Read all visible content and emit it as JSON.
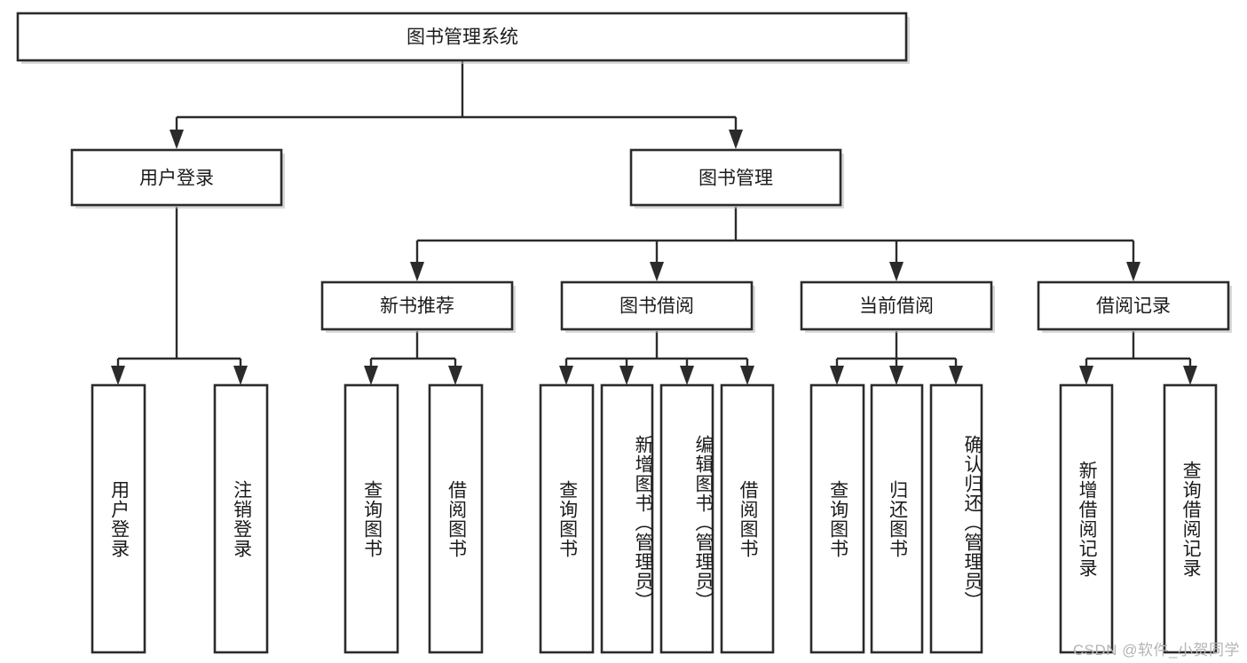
{
  "diagram": {
    "type": "tree",
    "title": "图书管理系统",
    "orientation": "top-down",
    "watermark": "CSDN @软件_小贺同学",
    "colors": {
      "box_fill": "#ffffff",
      "box_stroke": "#2b2b2b",
      "connector": "#2b2b2b",
      "text": "#1b1b1b",
      "watermark": "#b4b4b4",
      "background": "#ffffff"
    },
    "levels": [
      {
        "level": 0,
        "nodes": [
          {
            "id": "root",
            "label": "图书管理系统"
          }
        ]
      },
      {
        "level": 1,
        "nodes": [
          {
            "id": "login",
            "label": "用户登录",
            "parent": "root"
          },
          {
            "id": "bookmgmt",
            "label": "图书管理",
            "parent": "root"
          }
        ]
      },
      {
        "level": 2,
        "nodes": [
          {
            "id": "newbook",
            "label": "新书推荐",
            "parent": "bookmgmt"
          },
          {
            "id": "borrow",
            "label": "图书借阅",
            "parent": "bookmgmt"
          },
          {
            "id": "current",
            "label": "当前借阅",
            "parent": "bookmgmt"
          },
          {
            "id": "records",
            "label": "借阅记录",
            "parent": "bookmgmt"
          }
        ]
      },
      {
        "level": 3,
        "nodes": [
          {
            "id": "leaf1",
            "label": "用户登录",
            "parent": "login"
          },
          {
            "id": "leaf2",
            "label": "注销登录",
            "parent": "login"
          },
          {
            "id": "leaf3",
            "label": "查询图书",
            "parent": "newbook"
          },
          {
            "id": "leaf4",
            "label": "借阅图书",
            "parent": "newbook"
          },
          {
            "id": "leaf5",
            "label": "查询图书",
            "parent": "borrow"
          },
          {
            "id": "leaf6",
            "label": "新增图书（管理员）",
            "parent": "borrow"
          },
          {
            "id": "leaf7",
            "label": "编辑图书（管理员）",
            "parent": "borrow"
          },
          {
            "id": "leaf8",
            "label": "借阅图书",
            "parent": "borrow"
          },
          {
            "id": "leaf9",
            "label": "查询图书",
            "parent": "current"
          },
          {
            "id": "leaf10",
            "label": "归还图书",
            "parent": "current"
          },
          {
            "id": "leaf11",
            "label": "确认归还（管理员）",
            "parent": "current"
          },
          {
            "id": "leaf12",
            "label": "新增借阅记录",
            "parent": "records"
          },
          {
            "id": "leaf13",
            "label": "查询借阅记录",
            "parent": "records"
          }
        ]
      }
    ]
  }
}
